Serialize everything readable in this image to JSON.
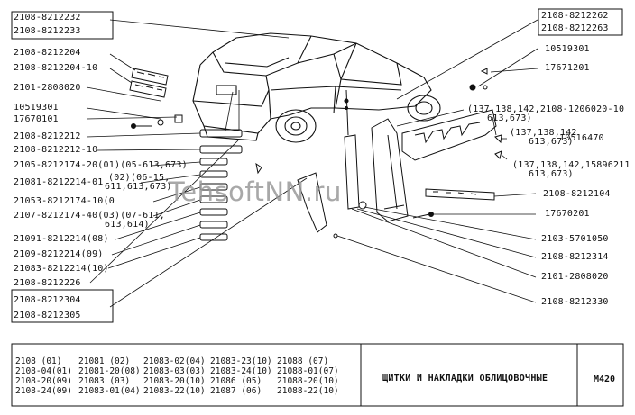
{
  "watermark": "TehsoftNN.ru",
  "labels_left": [
    {
      "id": "l1",
      "text": "2108-8212232"
    },
    {
      "id": "l2",
      "text": "2108-8212233"
    },
    {
      "id": "l3",
      "text": "2108-8212204"
    },
    {
      "id": "l4",
      "text": "2108-8212204-10"
    },
    {
      "id": "l5",
      "text": "2101-2808020"
    },
    {
      "id": "l6",
      "text": "10519301"
    },
    {
      "id": "l7",
      "text": "17670101"
    },
    {
      "id": "l8",
      "text": "2108-8212212"
    },
    {
      "id": "l9",
      "text": "2108-8212212-10"
    },
    {
      "id": "l10",
      "text": "2105-8212174-20(01)(05-613,673)"
    },
    {
      "id": "l11",
      "text": "21081-8212214-01"
    },
    {
      "id": "l12",
      "text": "(02)(06-15,"
    },
    {
      "id": "l13",
      "text": "611,613,673)"
    },
    {
      "id": "l14",
      "text": "21053-8212174-10(0"
    },
    {
      "id": "l15",
      "text": "2107-8212174-40(03)(07-611,"
    },
    {
      "id": "l16",
      "text": "613,614)"
    },
    {
      "id": "l17",
      "text": "21091-8212214(08)"
    },
    {
      "id": "l18",
      "text": "2109-8212214(09)"
    },
    {
      "id": "l19",
      "text": "21083-8212214(10)"
    },
    {
      "id": "l20",
      "text": "2108-8212226"
    },
    {
      "id": "l21",
      "text": "2108-8212304"
    },
    {
      "id": "l22",
      "text": "2108-8212305"
    }
  ],
  "labels_right": [
    {
      "id": "r1",
      "text": "2108-8212262"
    },
    {
      "id": "r2",
      "text": "2108-8212263"
    },
    {
      "id": "r3",
      "text": "10519301"
    },
    {
      "id": "r4",
      "text": "17671201"
    },
    {
      "id": "r5",
      "text": "(137,138,142,2108-1206020-10"
    },
    {
      "id": "r6",
      "text": "613,673)"
    },
    {
      "id": "r7",
      "text": "(137,138,142"
    },
    {
      "id": "r8",
      "text": "613,673)"
    },
    {
      "id": "r9",
      "text": "10516470"
    },
    {
      "id": "r10",
      "text": "(137,138,142,15896211"
    },
    {
      "id": "r11",
      "text": "613,673)"
    },
    {
      "id": "r12",
      "text": "2108-8212104"
    },
    {
      "id": "r13",
      "text": "17670201"
    },
    {
      "id": "r14",
      "text": "2103-5701050"
    },
    {
      "id": "r15",
      "text": "2108-8212314"
    },
    {
      "id": "r16",
      "text": "2101-2808020"
    },
    {
      "id": "r17",
      "text": "2108-8212330"
    }
  ],
  "models_table": [
    [
      "2108    (01)",
      "21081   (02)",
      "21083-02(04)",
      "21083-23(10)",
      "21088   (07)"
    ],
    [
      "2108-04(01)",
      "21081-20(08)",
      "21083-03(03)",
      "21083-24(10)",
      "21088-01(07)"
    ],
    [
      "2108-20(09)",
      "21083   (03)",
      "21083-20(10)",
      "21086   (05)",
      "21088-20(10)"
    ],
    [
      "2108-24(09)",
      "21083-01(04)",
      "21083-22(10)",
      "21087   (06)",
      "21088-22(10)"
    ]
  ],
  "footer_title": "ЩИТКИ И НАКЛАДКИ ОБЛИЦОВОЧНЫЕ",
  "sheet_number": "М420"
}
